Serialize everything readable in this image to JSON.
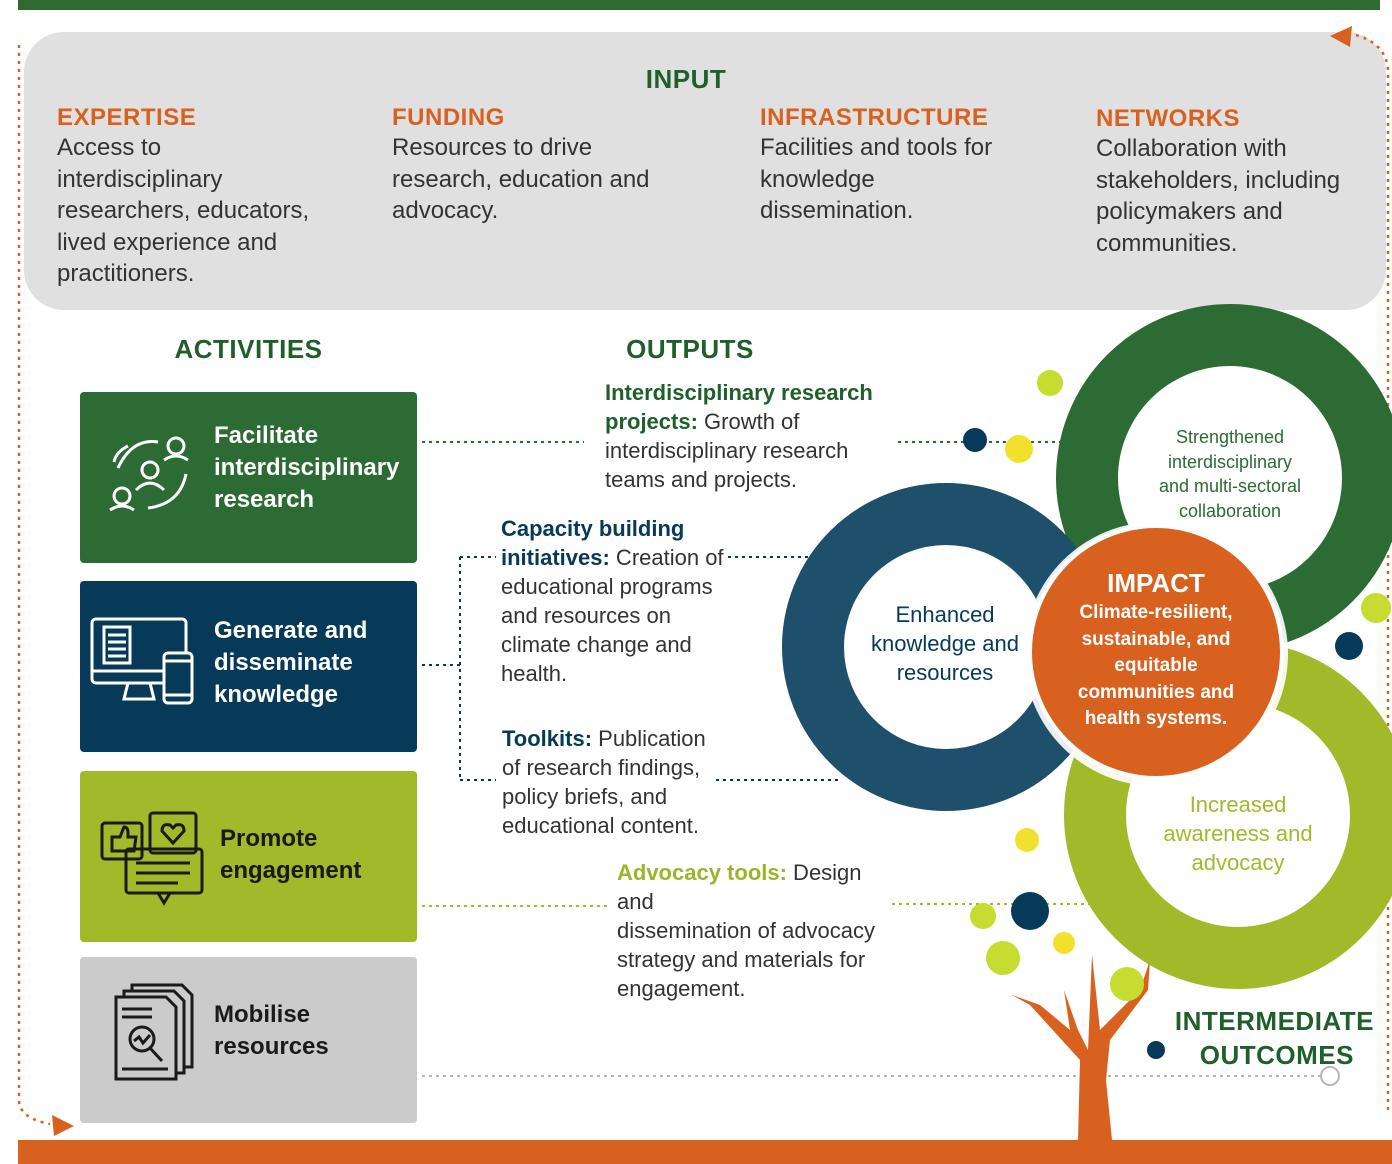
{
  "input": {
    "title": "INPUT",
    "items": [
      {
        "heading": "EXPERTISE",
        "lines": [
          "Access to",
          "interdisciplinary",
          "researchers, educators,",
          "lived experience and",
          "practitioners."
        ]
      },
      {
        "heading": "FUNDING",
        "lines": [
          "Resources to drive",
          "research, education and",
          "advocacy."
        ]
      },
      {
        "heading": "INFRASTRUCTURE",
        "lines": [
          "Facilities and tools for",
          "knowledge",
          "dissemination."
        ]
      },
      {
        "heading": "NETWORKS",
        "lines": [
          "Collaboration with",
          "stakeholders, including",
          "policymakers and",
          "communities."
        ]
      }
    ]
  },
  "activities": {
    "title": "ACTIVITIES",
    "items": [
      {
        "lines": [
          "Facilitate",
          "interdisciplinary",
          "research"
        ],
        "icon": "people-network-icon",
        "color": "#2c6b34"
      },
      {
        "lines": [
          "Generate and",
          "disseminate",
          "knowledge"
        ],
        "icon": "monitor-phone-icon",
        "color": "#063a58"
      },
      {
        "lines": [
          "Promote",
          "engagement"
        ],
        "icon": "social-chat-icon",
        "color": "#a2b92a"
      },
      {
        "lines": [
          "Mobilise",
          "resources"
        ],
        "icon": "documents-search-icon",
        "color": "#cbcbcb"
      }
    ]
  },
  "outputs": {
    "title": "OUTPUTS",
    "items": [
      {
        "bold1": "Interdisciplinary research",
        "bold2": "projects:",
        "rest2": " Growth of",
        "rest": [
          "interdisciplinary research",
          "teams and projects."
        ],
        "color": "#1f5f2a"
      },
      {
        "bold1": "Capacity building",
        "bold2": "initiatives:",
        "rest2": " Creation of",
        "rest": [
          "educational programs",
          "and resources on",
          "climate change and",
          "health."
        ],
        "color": "#063a58"
      },
      {
        "bold1": "",
        "bold2": "Toolkits:",
        "rest2": " Publication",
        "rest": [
          "of research findings,",
          "policy briefs, and",
          "educational content."
        ],
        "color": "#063a58"
      },
      {
        "bold1": "",
        "bold2": "Advocacy tools:",
        "rest2": " Design and",
        "rest": [
          "dissemination of advocacy",
          "strategy and materials for",
          "engagement."
        ],
        "color": "#9bb528"
      }
    ]
  },
  "outcomes": {
    "strengthened": [
      "Strengthened",
      "interdisciplinary",
      "and multi-sectoral",
      "collaboration"
    ],
    "enhanced": [
      "Enhanced",
      "knowledge and",
      "resources"
    ],
    "increased": [
      "Increased",
      "awareness and",
      "advocacy"
    ]
  },
  "impact": {
    "title": "IMPACT",
    "lines": [
      "Climate-resilient,",
      "sustainable, and",
      "equitable",
      "communities and",
      "health systems."
    ]
  },
  "intermediate_outcomes": {
    "lines": [
      "INTERMEDIATE",
      "OUTCOMES"
    ]
  },
  "colors": {
    "dark_green": "#2c6b34",
    "navy": "#063a58",
    "lime": "#a2b92a",
    "orange": "#d9611f",
    "grey": "#e0e0e0"
  }
}
